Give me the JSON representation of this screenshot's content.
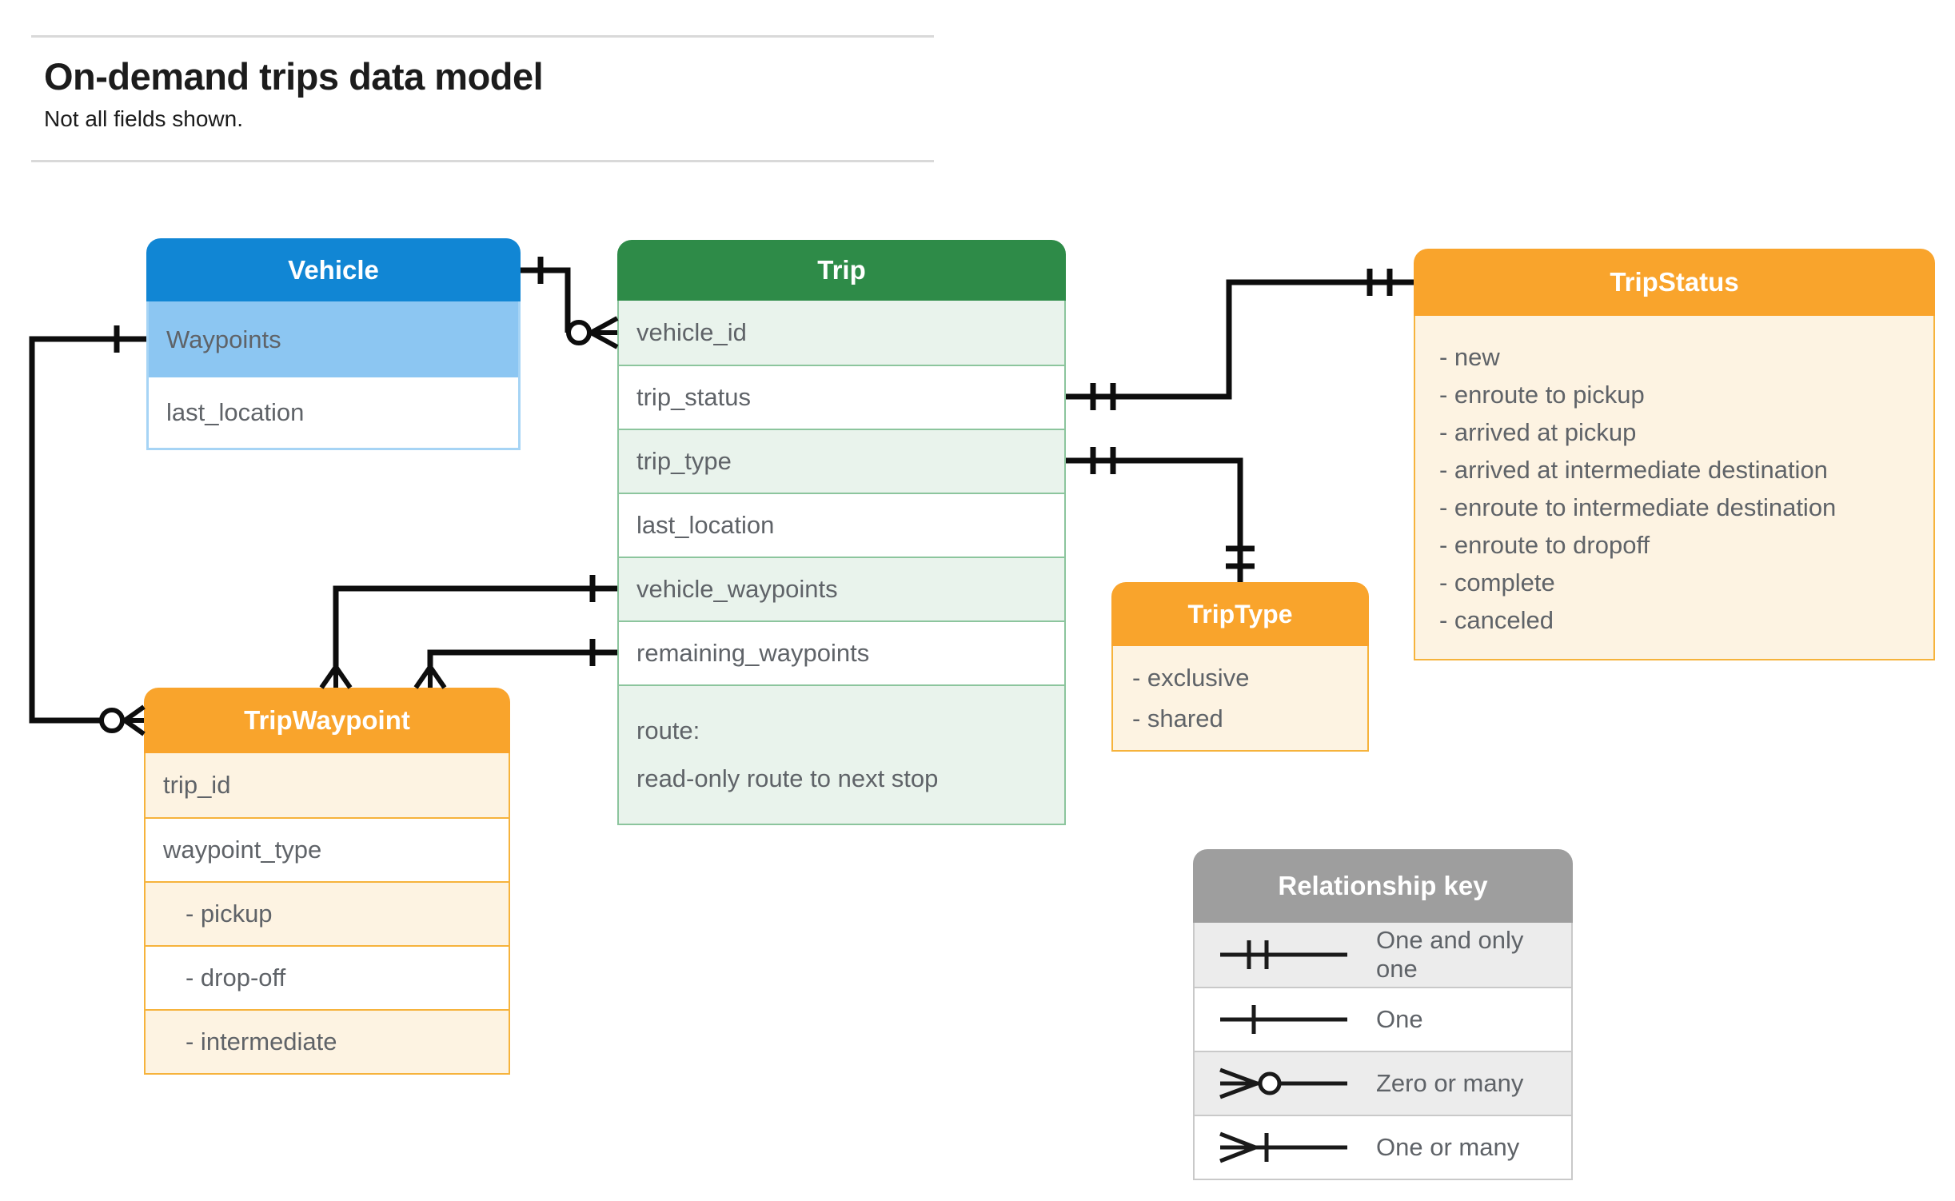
{
  "page": {
    "title": "On-demand trips data model",
    "subtitle": "Not all fields shown."
  },
  "entities": {
    "vehicle": {
      "title": "Vehicle",
      "rows": [
        "Waypoints",
        "last_location"
      ]
    },
    "trip": {
      "title": "Trip",
      "rows": [
        "vehicle_id",
        "trip_status",
        "trip_type",
        "last_location",
        "vehicle_waypoints",
        "remaining_waypoints"
      ],
      "route": [
        "route:",
        "read-only route to next stop"
      ]
    },
    "trip_status": {
      "title": "TripStatus",
      "items": [
        "- new",
        "- enroute to pickup",
        "- arrived at pickup",
        "- arrived at intermediate destination",
        "- enroute to intermediate destination",
        "- enroute to dropoff",
        "- complete",
        "- canceled"
      ]
    },
    "trip_type": {
      "title": "TripType",
      "items": [
        "- exclusive",
        "- shared"
      ]
    },
    "trip_waypoint": {
      "title": "TripWaypoint",
      "rows": [
        "trip_id",
        "waypoint_type",
        "- pickup",
        "- drop-off",
        "- intermediate"
      ]
    }
  },
  "legend": {
    "title": "Relationship key",
    "rows": [
      {
        "icon": "one-and-only-one-icon",
        "label": "One and only one"
      },
      {
        "icon": "one-icon",
        "label": "One"
      },
      {
        "icon": "zero-or-many-icon",
        "label": "Zero or many"
      },
      {
        "icon": "one-or-many-icon",
        "label": "One or many"
      }
    ]
  },
  "colors": {
    "vehicle_header": "#1186d4",
    "vehicle_highlight_row": "#8cc6f2",
    "trip_header": "#2e8b48",
    "trip_alt_row": "#e9f3ec",
    "orange_header": "#f9a42c",
    "orange_body": "#fdf3e2",
    "legend_header": "#9e9e9e",
    "legend_alt_row": "#ececec",
    "connector": "#0d0d0d",
    "row_text": "#5f6368"
  }
}
